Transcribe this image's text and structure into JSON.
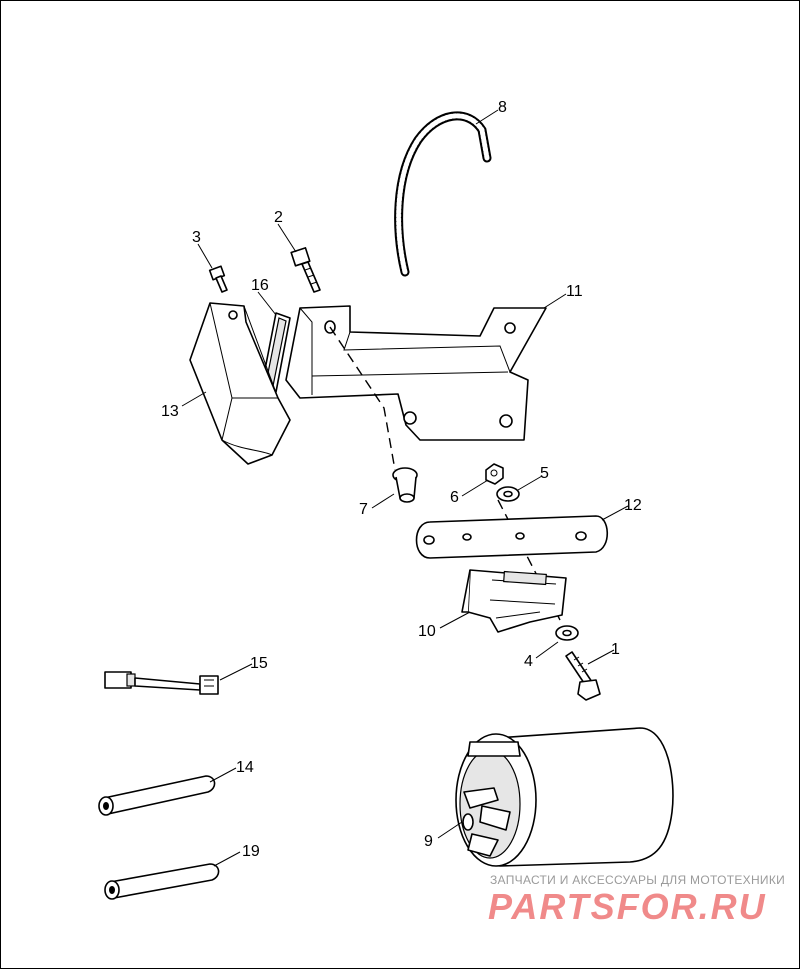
{
  "labels": {
    "p1": "1",
    "p2": "2",
    "p3": "3",
    "p4": "4",
    "p5": "5",
    "p6": "6",
    "p7": "7",
    "p8": "8",
    "p9": "9",
    "p10": "10",
    "p11": "11",
    "p12": "12",
    "p13": "13",
    "p14": "14",
    "p15": "15",
    "p16": "16",
    "p19": "19"
  },
  "watermark": {
    "tagline": "ЗАПЧАСТИ И АКСЕССУАРЫ ДЛЯ МОТОТЕХНИКИ",
    "logo": "PARTSFOR.RU",
    "color": "#f08a8a"
  }
}
